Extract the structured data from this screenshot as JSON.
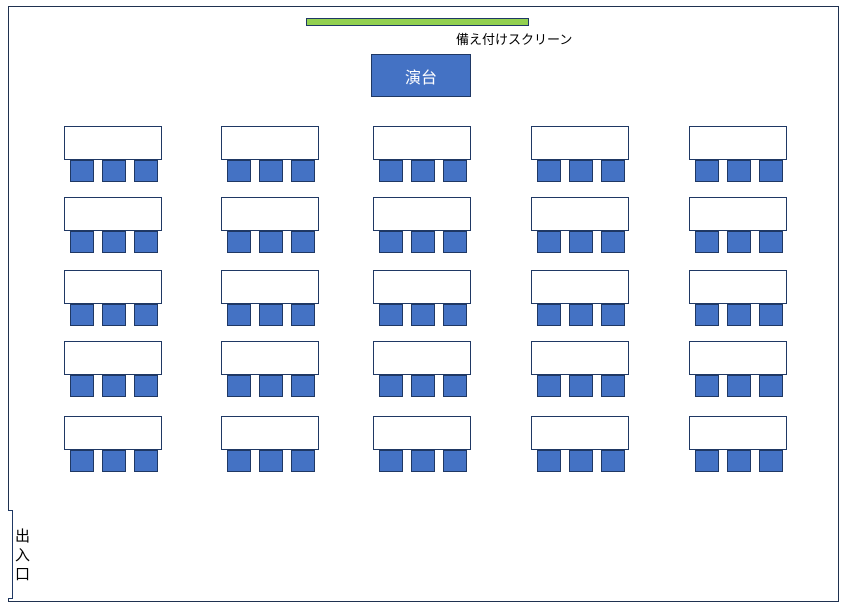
{
  "screen": {
    "label": "備え付けスクリーン",
    "color": "#92d050"
  },
  "podium": {
    "label": "演台",
    "color": "#4472c4"
  },
  "entrance": {
    "label_chars": [
      "出",
      "入",
      "口"
    ]
  },
  "seating": {
    "rows": 5,
    "columns": 5,
    "chairs_per_table": 3
  }
}
